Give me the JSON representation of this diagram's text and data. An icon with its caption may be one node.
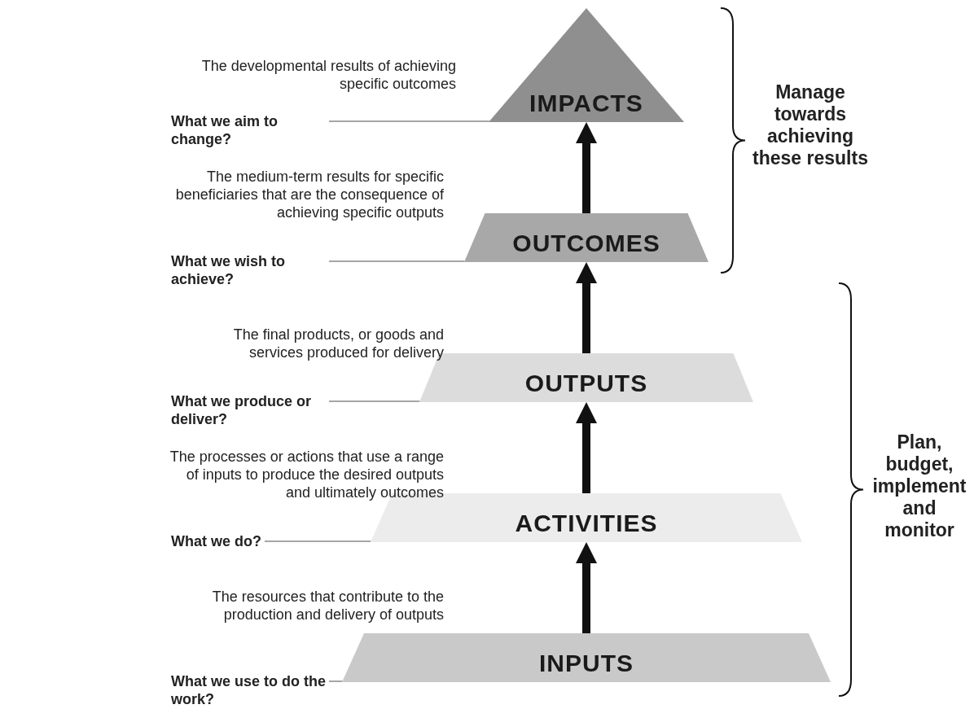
{
  "diagram": {
    "nodes": [
      {
        "text": [
          "IMPACTS"
        ]
      },
      {
        "text": [
          "What we aim to change?"
        ]
      },
      {
        "text": [
          "OUTCOMES"
        ]
      },
      {
        "text": [
          "What we wish to achieve?"
        ]
      },
      {
        "text": [
          "OUTPUTS"
        ]
      },
      {
        "text": [
          "What we produce or deliver?"
        ]
      },
      {
        "text": [
          "ACTIVITIES"
        ]
      },
      {
        "text": [
          "What we do?"
        ]
      },
      {
        "text": [
          "INPUTS"
        ]
      },
      {
        "text": [
          "What we use to do the work?"
        ]
      }
    ],
    "edges": [
      {
        "from": 1,
        "to": 0,
        "arrow": "none"
      },
      {
        "from": 2,
        "to": 0,
        "arrow": "to",
        "style": "thick",
        "color": "#111111"
      },
      {
        "from": 3,
        "to": 2,
        "arrow": "none"
      },
      {
        "from": 4,
        "to": 2,
        "arrow": "to",
        "style": "thick",
        "color": "#111111"
      },
      {
        "from": 5,
        "to": 4,
        "arrow": "none"
      },
      {
        "from": 6,
        "to": 4,
        "arrow": "to",
        "style": "thick",
        "color": "#111111"
      },
      {
        "from": 7,
        "to": 6,
        "arrow": "none"
      },
      {
        "from": 8,
        "to": 6,
        "arrow": "to",
        "style": "thick",
        "color": "#111111"
      },
      {
        "from": 9,
        "to": 8,
        "arrow": "none"
      }
    ],
    "labels": [
      "The developmental results of achieving specific outcomes",
      "Manage towards achieving these results",
      "The medium-term results for specific beneficiaries that are the consequence of achieving specific outputs",
      "The final products, or goods and services produced for delivery",
      "Plan, budget, implement and monitor",
      "The processes or actions that use a range of inputs to produce the desired outputs and ultimately outcomes",
      "The resources that contribute to the production and delivery of outputs"
    ]
  }
}
